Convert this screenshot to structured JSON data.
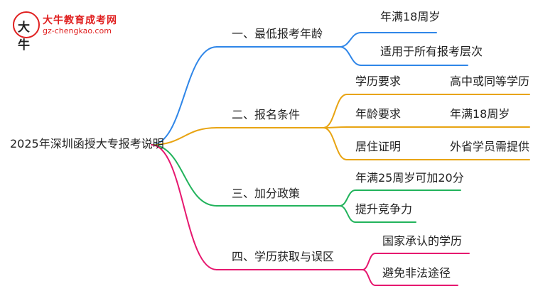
{
  "logo": {
    "mark_text": "大牛",
    "mark_sub": "牛",
    "title": "大牛教育成考网",
    "url": "gz-chengkao.com"
  },
  "root": {
    "label": "2025年深圳函授大专报考说明"
  },
  "branches": [
    {
      "label": "一、最低报考年龄",
      "color": "#2f86e8",
      "children": [
        {
          "label": "年满18周岁"
        },
        {
          "label": "适用于所有报考层次"
        }
      ]
    },
    {
      "label": "二、报名条件",
      "color": "#e8a412",
      "children": [
        {
          "label": "学历要求",
          "value": "高中或同等学历"
        },
        {
          "label": "年龄要求",
          "value": "年满18周岁"
        },
        {
          "label": "居住证明",
          "value": "外省学员需提供"
        }
      ]
    },
    {
      "label": "三、加分政策",
      "color": "#22b35c",
      "children": [
        {
          "label": "年满25周岁可加20分"
        },
        {
          "label": "提升竞争力"
        }
      ]
    },
    {
      "label": "四、学历获取与误区",
      "color": "#e6186f",
      "children": [
        {
          "label": "国家承认的学历"
        },
        {
          "label": "避免非法途径"
        }
      ]
    }
  ]
}
